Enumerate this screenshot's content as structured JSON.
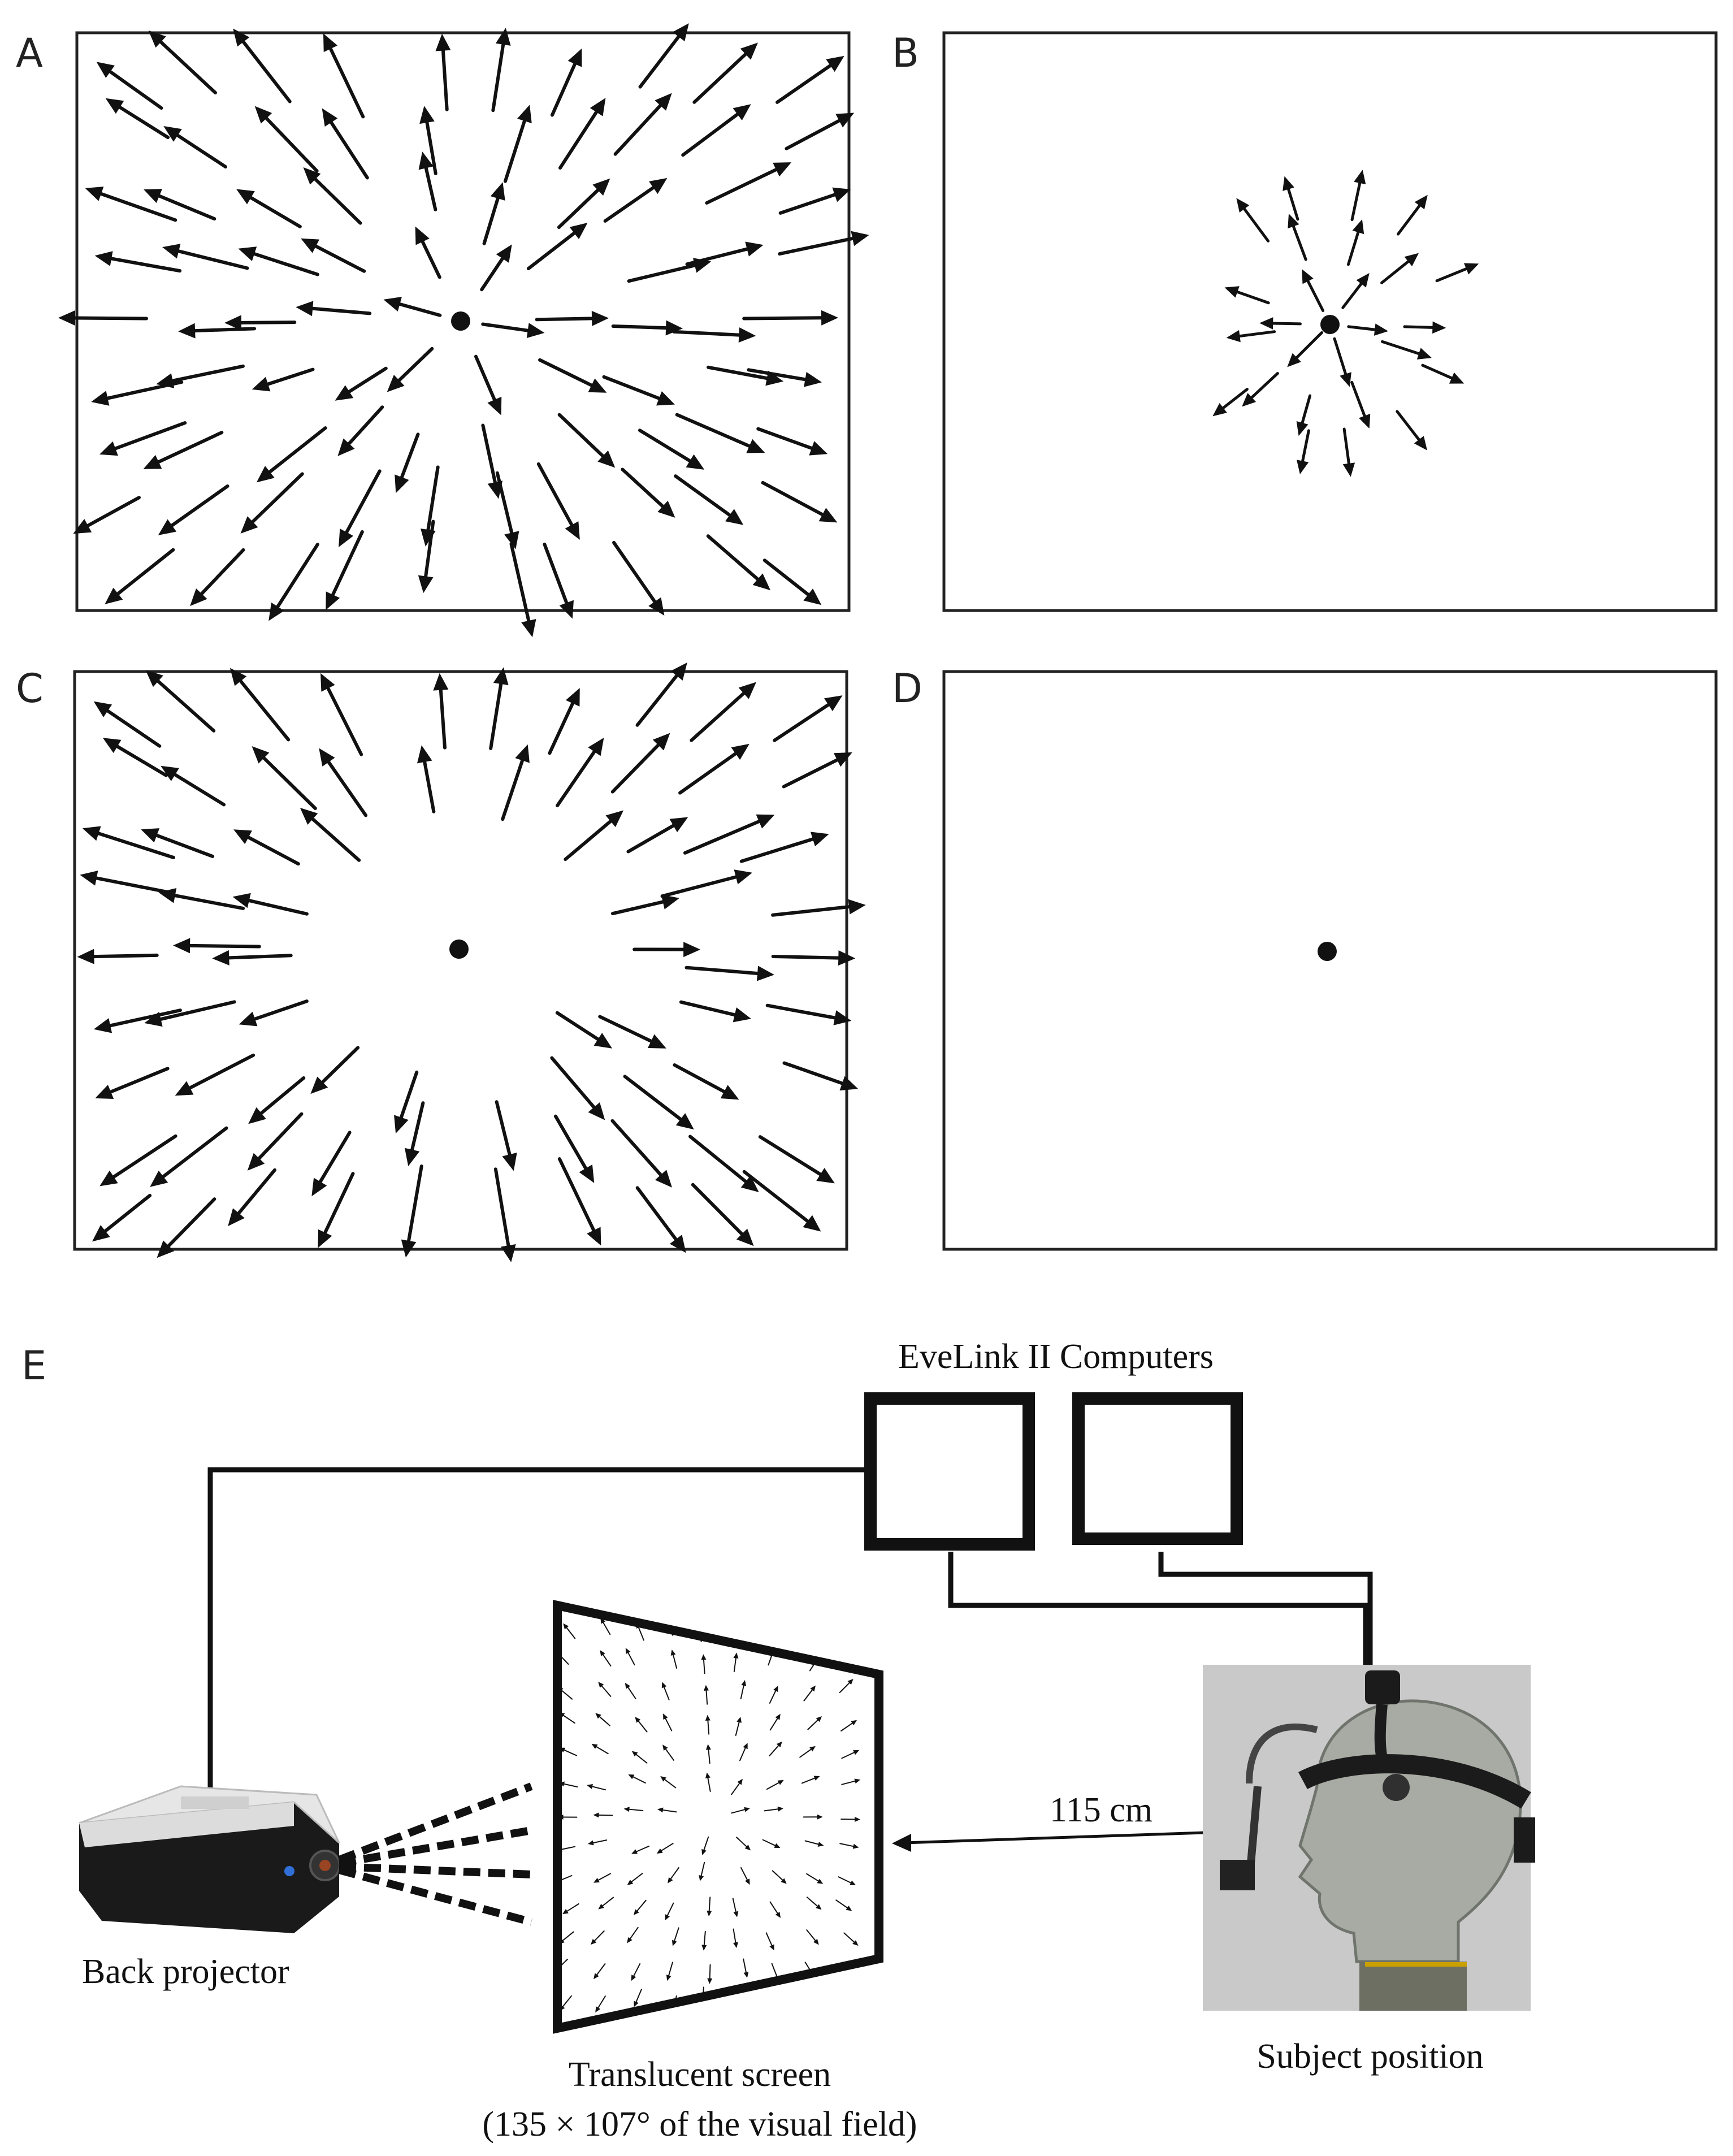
{
  "panels": {
    "a": {
      "letter": "A",
      "pattern": "full-radial-optic-flow"
    },
    "b": {
      "letter": "B",
      "pattern": "central-radial-optic-flow"
    },
    "c": {
      "letter": "C",
      "pattern": "peripheral-radial-optic-flow"
    },
    "d": {
      "letter": "D",
      "pattern": "fixation-point-only"
    }
  },
  "setup": {
    "letter": "E",
    "computers_label": "EveLink II Computers",
    "projector_label": "Back projector",
    "screen_label": "Translucent screen",
    "screen_sublabel": "(135 × 107° of the visual field)",
    "distance_label": "115 cm",
    "subject_label": "Subject position"
  },
  "colors": {
    "ink": "#111111",
    "frame": "#222222",
    "photo_background": "#c9c9c9",
    "projector_body": "#1a1a1a",
    "projector_top": "#e6e6e6"
  },
  "icons": [
    "projector-icon",
    "monitor-icon",
    "eye-tracker-headset-icon",
    "mannequin-head-icon",
    "distance-arrow-icon"
  ]
}
